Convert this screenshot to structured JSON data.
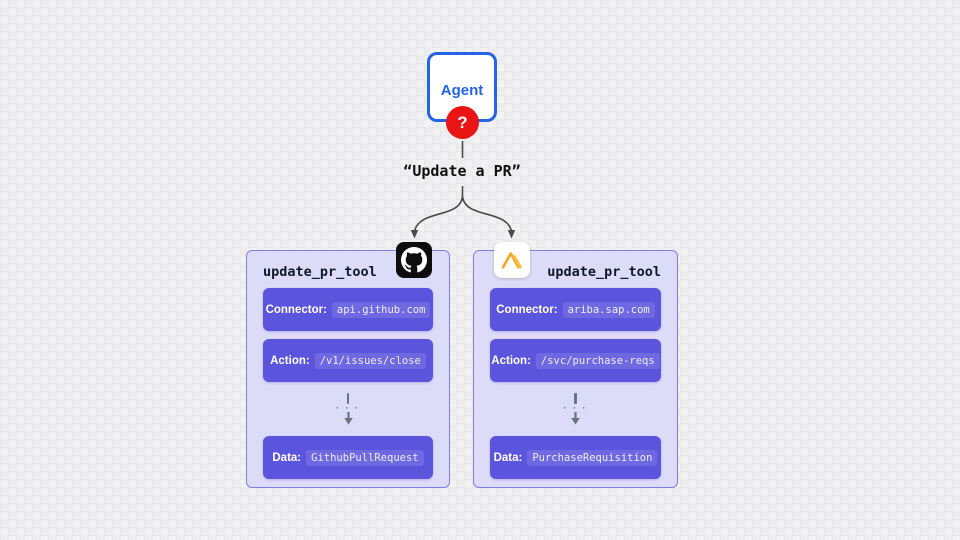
{
  "agent": {
    "label": "Agent",
    "badge": "?"
  },
  "query": {
    "text": "“Update a PR”"
  },
  "cards": [
    {
      "title": "update_pr_tool",
      "icon": "github-icon",
      "rows": [
        {
          "label": "Connector:",
          "value": "api.github.com"
        },
        {
          "label": "Action:",
          "value": "/v1/issues/close"
        }
      ],
      "connector_dots": "· · ·",
      "data_row": {
        "label": "Data:",
        "value": "GithubPullRequest"
      }
    },
    {
      "title": "update_pr_tool",
      "icon": "ariba-icon",
      "rows": [
        {
          "label": "Connector:",
          "value": "ariba.sap.com"
        },
        {
          "label": "Action:",
          "value": "/svc/purchase-reqs"
        }
      ],
      "connector_dots": "· · ·",
      "data_row": {
        "label": "Data:",
        "value": "PurchaseRequisition"
      }
    }
  ],
  "colors": {
    "agent_border": "#2563eb",
    "badge_red": "#e91414",
    "card_bg": "#dcdbf8",
    "card_border": "#837ce6",
    "row_bg": "#5b54dc",
    "chip_bg": "#6e68e1",
    "connector_gray": "#4a4a4a",
    "ariba_orange": "#f5a623"
  }
}
